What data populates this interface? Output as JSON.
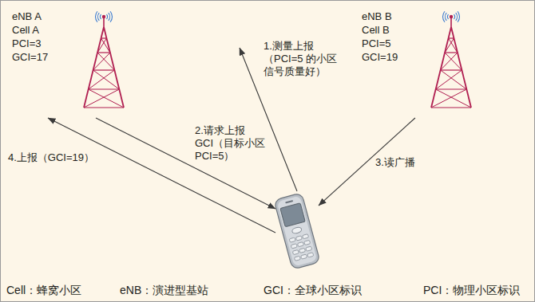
{
  "diagram": {
    "nodes": [
      {
        "text": [
          "eNB A",
          "Cell A",
          "PCI=3",
          "GCI=17"
        ]
      },
      {
        "text": [
          "eNB B",
          "Cell B",
          "PCI=5",
          "GCI=19"
        ]
      },
      {
        "text": []
      }
    ],
    "edges": [
      {
        "from": 2,
        "to": 0,
        "arrow": "to",
        "label": "1.测量上报 （PCI=5 的小区 信号质量好）"
      },
      {
        "from": 0,
        "to": 2,
        "arrow": "to",
        "label": "2.请求上报 GCI（目标小区 PCI=5）"
      },
      {
        "from": 1,
        "to": 2,
        "arrow": "to",
        "label": "3.读广播"
      },
      {
        "from": 2,
        "to": 0,
        "arrow": "to",
        "label": "4.上报（GCI=19）"
      }
    ],
    "labels": [
      "Cell：蜂窝小区",
      "eNB：演进型基站",
      "GCI：全球小区标识",
      "PCI：物理小区标识"
    ]
  }
}
